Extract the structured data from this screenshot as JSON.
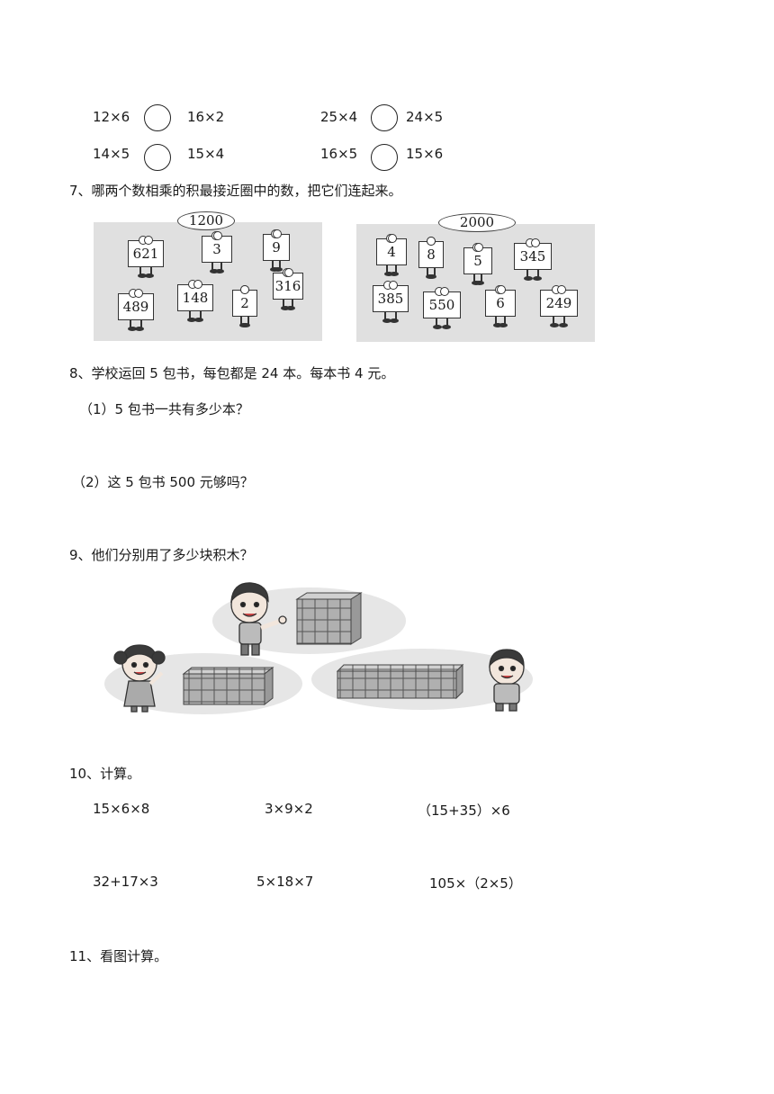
{
  "q6": {
    "row1": {
      "a1": "12×6",
      "b1": "16×2",
      "a2": "25×4",
      "b2": "24×5"
    },
    "row2": {
      "a1": "14×5",
      "b1": "15×4",
      "a2": "16×5",
      "b2": "15×6"
    }
  },
  "q7": {
    "title": "7、哪两个数相乘的积最接近圈中的数，把它们连起来。",
    "left": {
      "target": "1200",
      "cards": [
        "621",
        "3",
        "9",
        "489",
        "148",
        "2",
        "316"
      ]
    },
    "right": {
      "target": "2000",
      "cards": [
        "4",
        "8",
        "5",
        "345",
        "385",
        "550",
        "6",
        "249"
      ]
    }
  },
  "q8": {
    "title": "8、学校运回 5 包书，每包都是 24 本。每本书 4 元。",
    "sub1": "（1）5 包书一共有多少本？",
    "sub2": "（2）这 5 包书 500 元够吗？"
  },
  "q9": {
    "title": "9、他们分别用了多少块积木？"
  },
  "q10": {
    "title": "10、计算。",
    "items": [
      "15×6×8",
      "3×9×2",
      "（15+35）×6",
      "32+17×3",
      "5×18×7",
      "105×（2×5）"
    ]
  },
  "q11": {
    "title": "11、看图计算。"
  }
}
